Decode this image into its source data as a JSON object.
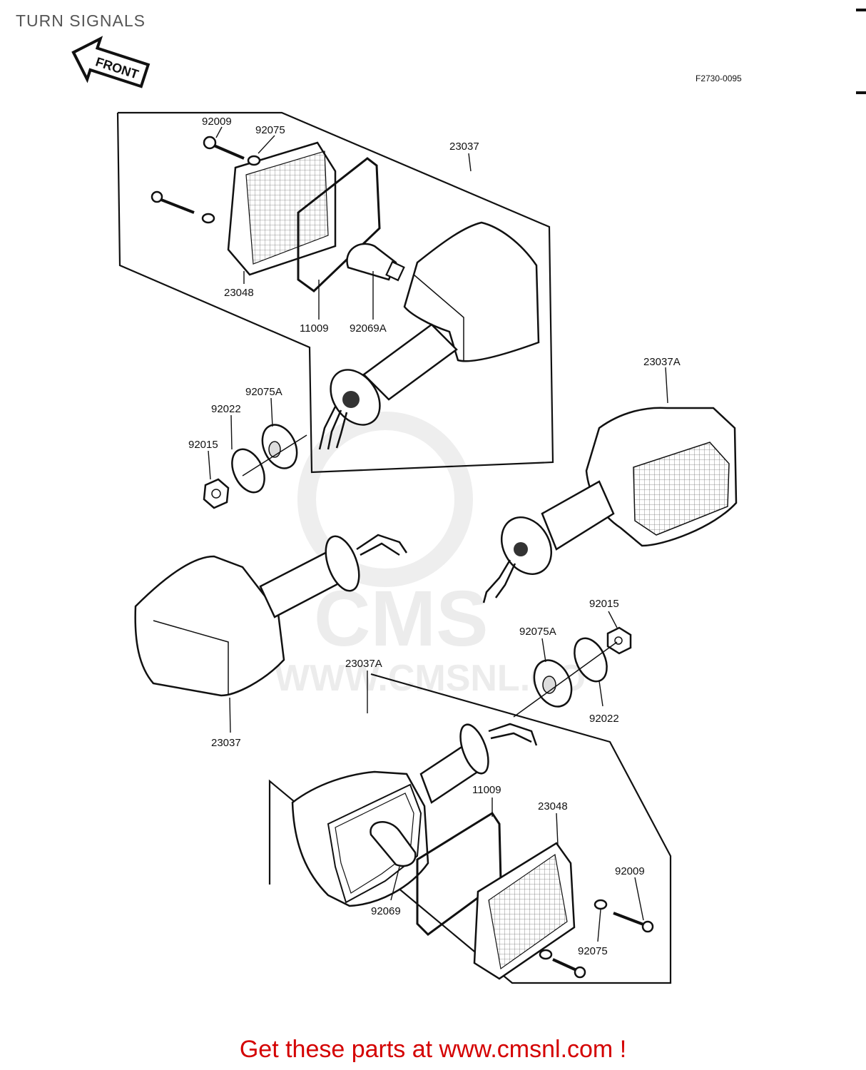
{
  "header": {
    "title": "TURN SIGNALS"
  },
  "diagram": {
    "ref_code": "F2730-0095",
    "front_arrow": "FRONT",
    "watermark": {
      "brand": "CMS",
      "url": "WWW.CMSNL.CO"
    },
    "callouts": {
      "a1": "92009",
      "a2": "92075",
      "a3": "23037",
      "a4": "23048",
      "a5": "11009",
      "a6": "92069A",
      "a7": "23037A",
      "a8": "92075A",
      "a9": "92022",
      "a10": "92015",
      "b1": "23037",
      "b2": "92015",
      "b3": "92075A",
      "b4": "23037A",
      "b5": "92022",
      "b6": "11009",
      "b7": "23048",
      "b8": "92009",
      "b9": "92069",
      "b10": "92075"
    }
  },
  "footer": {
    "cta": "Get these parts at www.cmsnl.com !"
  },
  "colors": {
    "cta": "#d40000",
    "ink": "#111111",
    "watermark": "#ececec"
  }
}
